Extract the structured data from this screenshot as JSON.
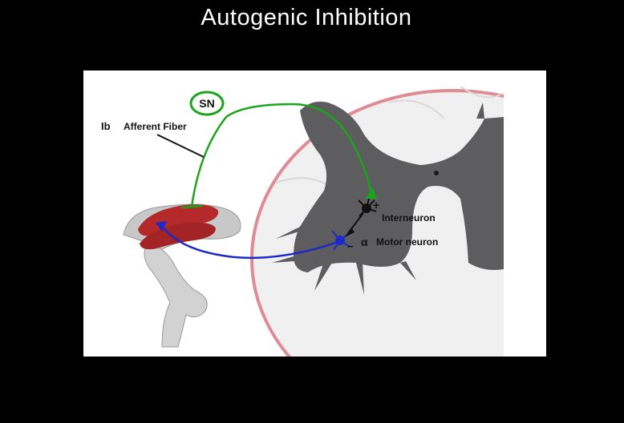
{
  "slide": {
    "title": "Autogenic Inhibition"
  },
  "diagram": {
    "sn_label": "SN",
    "ib_label": "Ib",
    "afferent_label": "Afferent Fiber",
    "interneuron_label": "Interneuron",
    "interneuron_sign": "+",
    "motor_alpha": "α",
    "motor_label": "Motor neuron",
    "motor_sign": "−"
  },
  "colors": {
    "afferent_fiber": "#1aa51a",
    "motor_fiber": "#1c28c8",
    "interneuron": "#111111",
    "grey_matter": "#5d5d5f",
    "white_matter": "#f0f0f0",
    "muscle": "#b42a2a",
    "cord_cut_face": "#b84a52",
    "leg": "#c8c8c8",
    "background": "#000000"
  }
}
